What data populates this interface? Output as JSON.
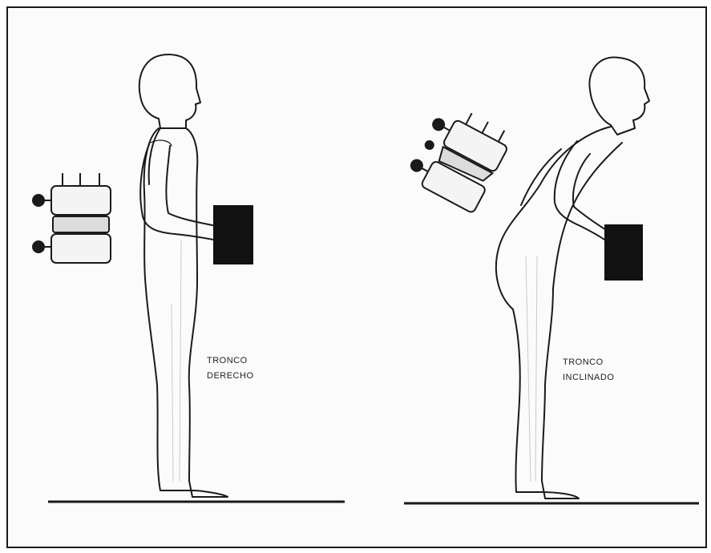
{
  "figures": [
    {
      "caption_line1": "TRONCO",
      "caption_line2": "DERECHO"
    },
    {
      "caption_line1": "TRONCO",
      "caption_line2": "INCLINADO"
    }
  ],
  "colors": {
    "ink": "#1a1a1a",
    "load": "#111111",
    "vertebra_fill": "#f4f4f4"
  }
}
